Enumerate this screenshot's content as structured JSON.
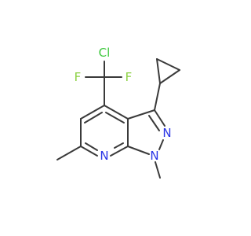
{
  "colors": {
    "background": "#ffffff",
    "bond": "#3a3a3a",
    "chlorine": "#3cc83c",
    "fluorine": "#8ad040",
    "nitrogen": "#2a35e6"
  },
  "atoms": {
    "cl": "Cl",
    "f_left": "F",
    "f_right": "F",
    "n_pyrazole_2": "N",
    "n_pyrazole_1": "N",
    "n_pyridine": "N"
  }
}
